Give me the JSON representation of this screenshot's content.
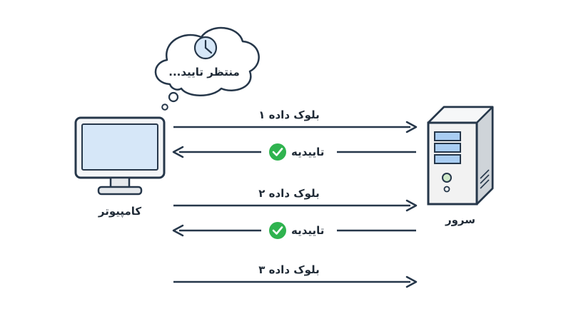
{
  "colors": {
    "outline": "#26374a",
    "screen": "#d6e7f8",
    "case": "#f2f2f2",
    "drive": "#a9cdf2",
    "power_led": "#cfe9c9",
    "check": "#2fb34f",
    "arrow": "#26374a"
  },
  "icons": {
    "computer": "desktop-computer-icon",
    "server": "server-tower-icon",
    "wait": "clock-icon",
    "ack": "check-circle-icon"
  },
  "labels": {
    "computer": "کامپیوتر",
    "server": "سرور",
    "thought": "منتظر تایید..."
  },
  "messages": [
    {
      "text": "بلوک داده ۱",
      "direction": "to-server",
      "ack": false
    },
    {
      "text": "تاییدیه",
      "direction": "to-computer",
      "ack": true
    },
    {
      "text": "بلوک داده ۲",
      "direction": "to-server",
      "ack": false
    },
    {
      "text": "تاییدیه",
      "direction": "to-computer",
      "ack": true
    },
    {
      "text": "بلوک داده ۳",
      "direction": "to-server",
      "ack": false
    }
  ]
}
